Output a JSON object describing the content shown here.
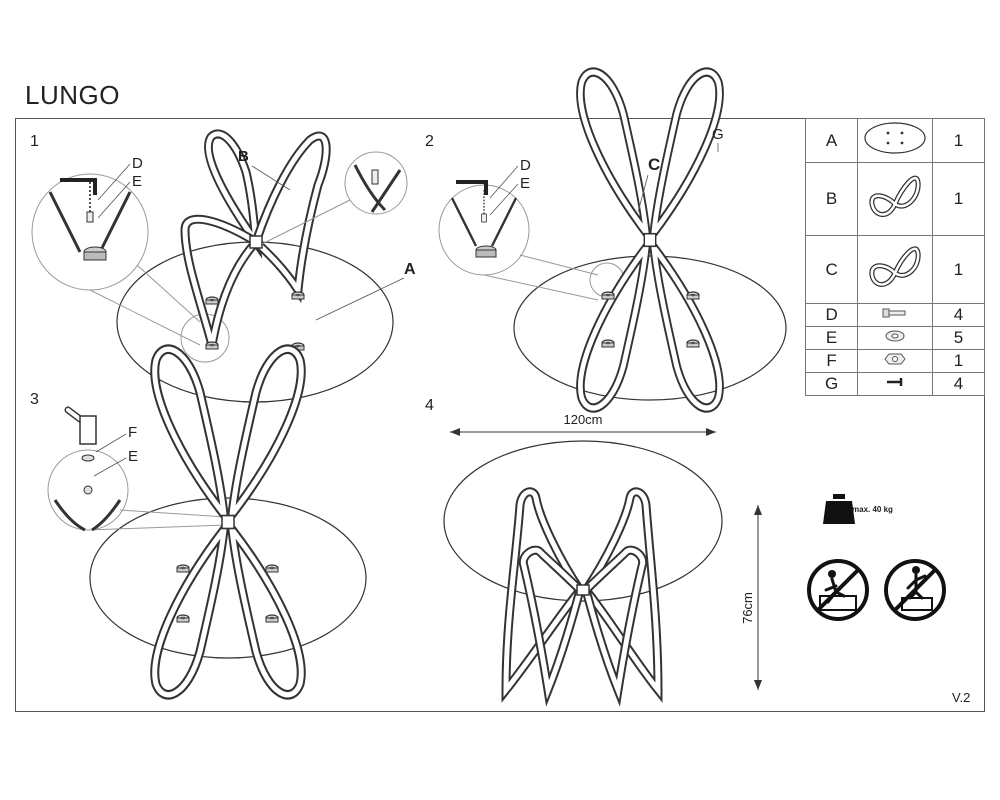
{
  "title": "LUNGO",
  "steps": [
    "1",
    "2",
    "3",
    "4"
  ],
  "callouts": {
    "step1": {
      "d": "D",
      "e": "E",
      "b": "B",
      "a": "A"
    },
    "step2": {
      "d": "D",
      "e": "E",
      "c": "C",
      "g": "G"
    },
    "step3": {
      "f": "F",
      "e": "E"
    }
  },
  "dimensions": {
    "width": "120cm",
    "height": "76cm"
  },
  "max_load": "max. 40 kg",
  "parts": [
    {
      "letter": "A",
      "icon": "glass-top-icon",
      "qty": "1"
    },
    {
      "letter": "B",
      "icon": "butterfly-leg-icon",
      "qty": "1"
    },
    {
      "letter": "C",
      "icon": "butterfly-leg-icon",
      "qty": "1"
    },
    {
      "letter": "D",
      "icon": "screw-icon",
      "qty": "4"
    },
    {
      "letter": "E",
      "icon": "washer-icon",
      "qty": "5"
    },
    {
      "letter": "F",
      "icon": "nut-icon",
      "qty": "1"
    },
    {
      "letter": "G",
      "icon": "allen-key-icon",
      "qty": "4"
    }
  ],
  "warnings": [
    "no-standing-icon",
    "no-climbing-icon"
  ],
  "version": "V.2"
}
